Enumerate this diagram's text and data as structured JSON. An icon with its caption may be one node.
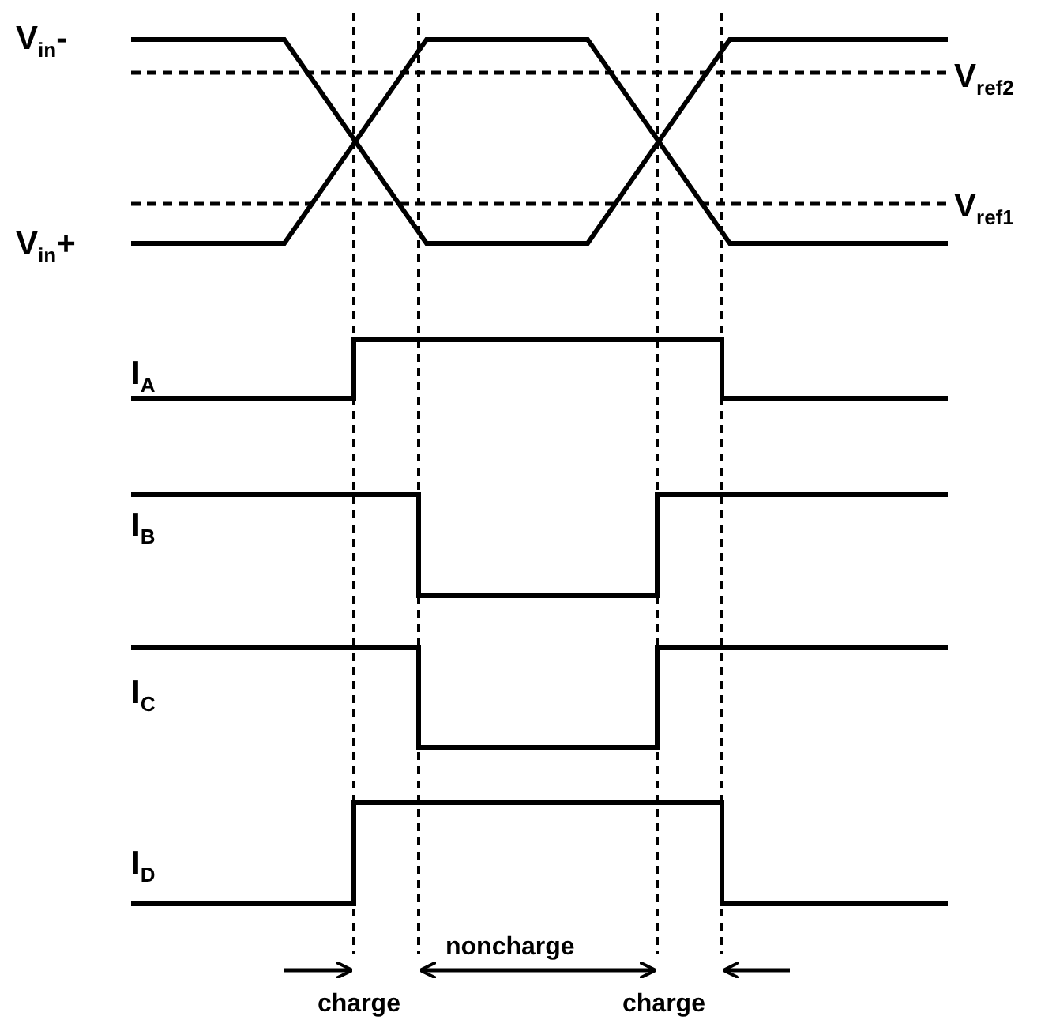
{
  "diagram": {
    "labels": [
      "V$_{in}$-",
      "V$_{ref2}$",
      "V$_{ref1}$",
      "V$_{in}$+",
      "I$_{A}$",
      "I$_{B}$",
      "I$_{C}$",
      "I$_{D}$",
      "noncharge",
      "charge",
      "charge"
    ]
  }
}
